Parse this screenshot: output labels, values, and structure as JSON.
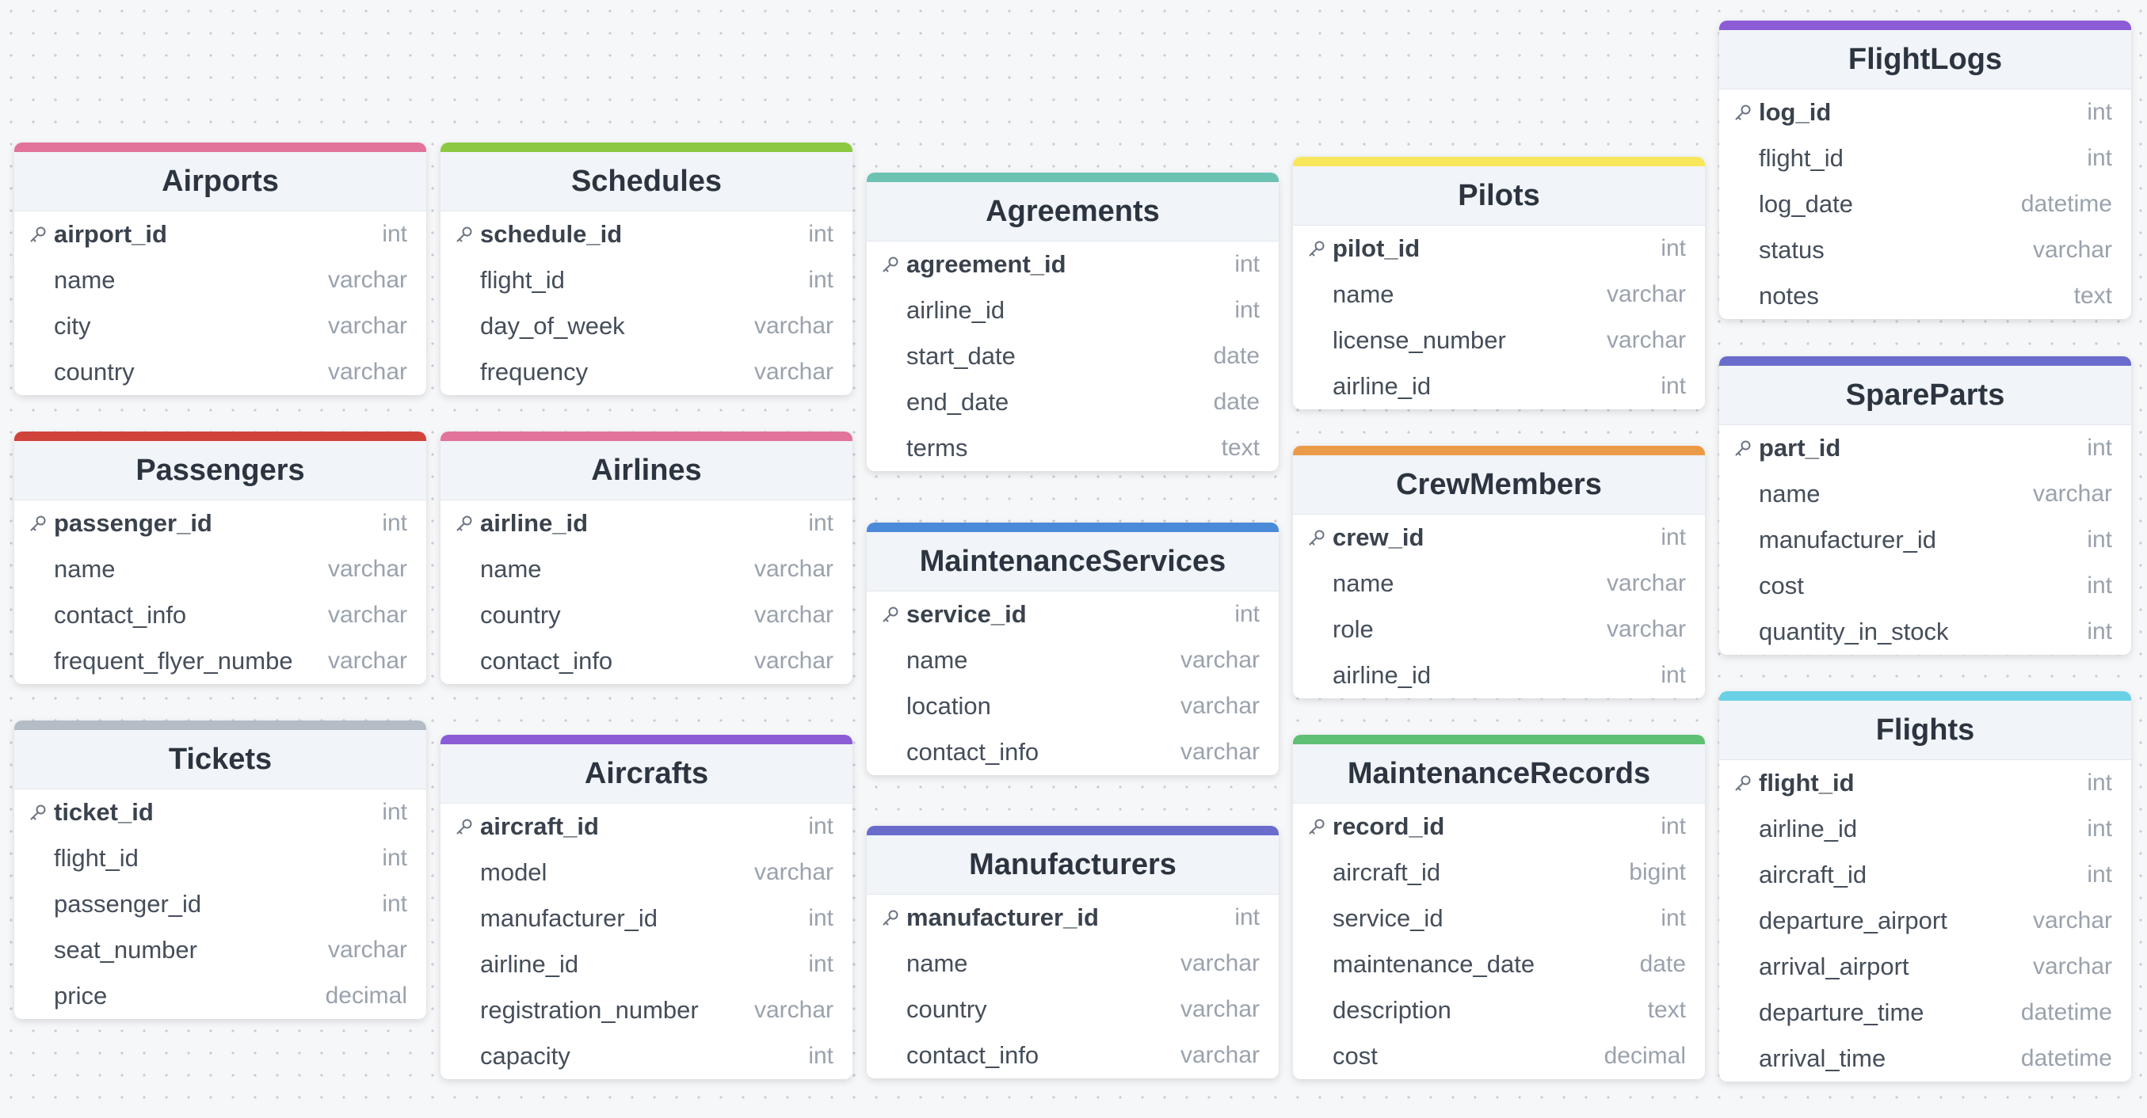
{
  "tables": [
    {
      "title": "Airports",
      "color": "#e2739a",
      "fields": [
        {
          "name": "airport_id",
          "type": "int",
          "pk": true
        },
        {
          "name": "name",
          "type": "varchar"
        },
        {
          "name": "city",
          "type": "varchar"
        },
        {
          "name": "country",
          "type": "varchar"
        }
      ]
    },
    {
      "title": "Passengers",
      "color": "#d0433a",
      "fields": [
        {
          "name": "passenger_id",
          "type": "int",
          "pk": true
        },
        {
          "name": "name",
          "type": "varchar"
        },
        {
          "name": "contact_info",
          "type": "varchar"
        },
        {
          "name": "frequent_flyer_numbe",
          "type": "varchar"
        }
      ]
    },
    {
      "title": "Tickets",
      "color": "#b4bcc6",
      "fields": [
        {
          "name": "ticket_id",
          "type": "int",
          "pk": true
        },
        {
          "name": "flight_id",
          "type": "int"
        },
        {
          "name": "passenger_id",
          "type": "int"
        },
        {
          "name": "seat_number",
          "type": "varchar"
        },
        {
          "name": "price",
          "type": "decimal"
        }
      ]
    },
    {
      "title": "Schedules",
      "color": "#8cc840",
      "fields": [
        {
          "name": "schedule_id",
          "type": "int",
          "pk": true
        },
        {
          "name": "flight_id",
          "type": "int"
        },
        {
          "name": "day_of_week",
          "type": "varchar"
        },
        {
          "name": "frequency",
          "type": "varchar"
        }
      ]
    },
    {
      "title": "Airlines",
      "color": "#e2739a",
      "fields": [
        {
          "name": "airline_id",
          "type": "int",
          "pk": true
        },
        {
          "name": "name",
          "type": "varchar"
        },
        {
          "name": "country",
          "type": "varchar"
        },
        {
          "name": "contact_info",
          "type": "varchar"
        }
      ]
    },
    {
      "title": "Aircrafts",
      "color": "#8b5cd6",
      "fields": [
        {
          "name": "aircraft_id",
          "type": "int",
          "pk": true
        },
        {
          "name": "model",
          "type": "varchar"
        },
        {
          "name": "manufacturer_id",
          "type": "int"
        },
        {
          "name": "airline_id",
          "type": "int"
        },
        {
          "name": "registration_number",
          "type": "varchar"
        },
        {
          "name": "capacity",
          "type": "int"
        }
      ]
    },
    {
      "title": "Agreements",
      "color": "#6cc2b2",
      "fields": [
        {
          "name": "agreement_id",
          "type": "int",
          "pk": true
        },
        {
          "name": "airline_id",
          "type": "int"
        },
        {
          "name": "start_date",
          "type": "date"
        },
        {
          "name": "end_date",
          "type": "date"
        },
        {
          "name": "terms",
          "type": "text"
        }
      ]
    },
    {
      "title": "MaintenanceServices",
      "color": "#4b8ad8",
      "fields": [
        {
          "name": "service_id",
          "type": "int",
          "pk": true
        },
        {
          "name": "name",
          "type": "varchar"
        },
        {
          "name": "location",
          "type": "varchar"
        },
        {
          "name": "contact_info",
          "type": "varchar"
        }
      ]
    },
    {
      "title": "Manufacturers",
      "color": "#6a6ccc",
      "fields": [
        {
          "name": "manufacturer_id",
          "type": "int",
          "pk": true
        },
        {
          "name": "name",
          "type": "varchar"
        },
        {
          "name": "country",
          "type": "varchar"
        },
        {
          "name": "contact_info",
          "type": "varchar"
        }
      ]
    },
    {
      "title": "Pilots",
      "color": "#f8e75a",
      "fields": [
        {
          "name": "pilot_id",
          "type": "int",
          "pk": true
        },
        {
          "name": "name",
          "type": "varchar"
        },
        {
          "name": "license_number",
          "type": "varchar"
        },
        {
          "name": "airline_id",
          "type": "int"
        }
      ]
    },
    {
      "title": "CrewMembers",
      "color": "#eb9a48",
      "fields": [
        {
          "name": "crew_id",
          "type": "int",
          "pk": true
        },
        {
          "name": "name",
          "type": "varchar"
        },
        {
          "name": "role",
          "type": "varchar"
        },
        {
          "name": "airline_id",
          "type": "int"
        }
      ]
    },
    {
      "title": "MaintenanceRecords",
      "color": "#5fbf72",
      "fields": [
        {
          "name": "record_id",
          "type": "int",
          "pk": true
        },
        {
          "name": "aircraft_id",
          "type": "bigint"
        },
        {
          "name": "service_id",
          "type": "int"
        },
        {
          "name": "maintenance_date",
          "type": "date"
        },
        {
          "name": "description",
          "type": "text"
        },
        {
          "name": "cost",
          "type": "decimal"
        }
      ]
    },
    {
      "title": "FlightLogs",
      "color": "#8b5cd6",
      "fields": [
        {
          "name": "log_id",
          "type": "int",
          "pk": true
        },
        {
          "name": "flight_id",
          "type": "int"
        },
        {
          "name": "log_date",
          "type": "datetime"
        },
        {
          "name": "status",
          "type": "varchar"
        },
        {
          "name": "notes",
          "type": "text"
        }
      ]
    },
    {
      "title": "SpareParts",
      "color": "#6a6ccc",
      "fields": [
        {
          "name": "part_id",
          "type": "int",
          "pk": true
        },
        {
          "name": "name",
          "type": "varchar"
        },
        {
          "name": "manufacturer_id",
          "type": "int"
        },
        {
          "name": "cost",
          "type": "int"
        },
        {
          "name": "quantity_in_stock",
          "type": "int"
        }
      ]
    },
    {
      "title": "Flights",
      "color": "#6ad0e6",
      "fields": [
        {
          "name": "flight_id",
          "type": "int",
          "pk": true
        },
        {
          "name": "airline_id",
          "type": "int"
        },
        {
          "name": "aircraft_id",
          "type": "int"
        },
        {
          "name": "departure_airport",
          "type": "varchar"
        },
        {
          "name": "arrival_airport",
          "type": "varchar"
        },
        {
          "name": "departure_time",
          "type": "datetime"
        },
        {
          "name": "arrival_time",
          "type": "datetime"
        }
      ]
    }
  ]
}
